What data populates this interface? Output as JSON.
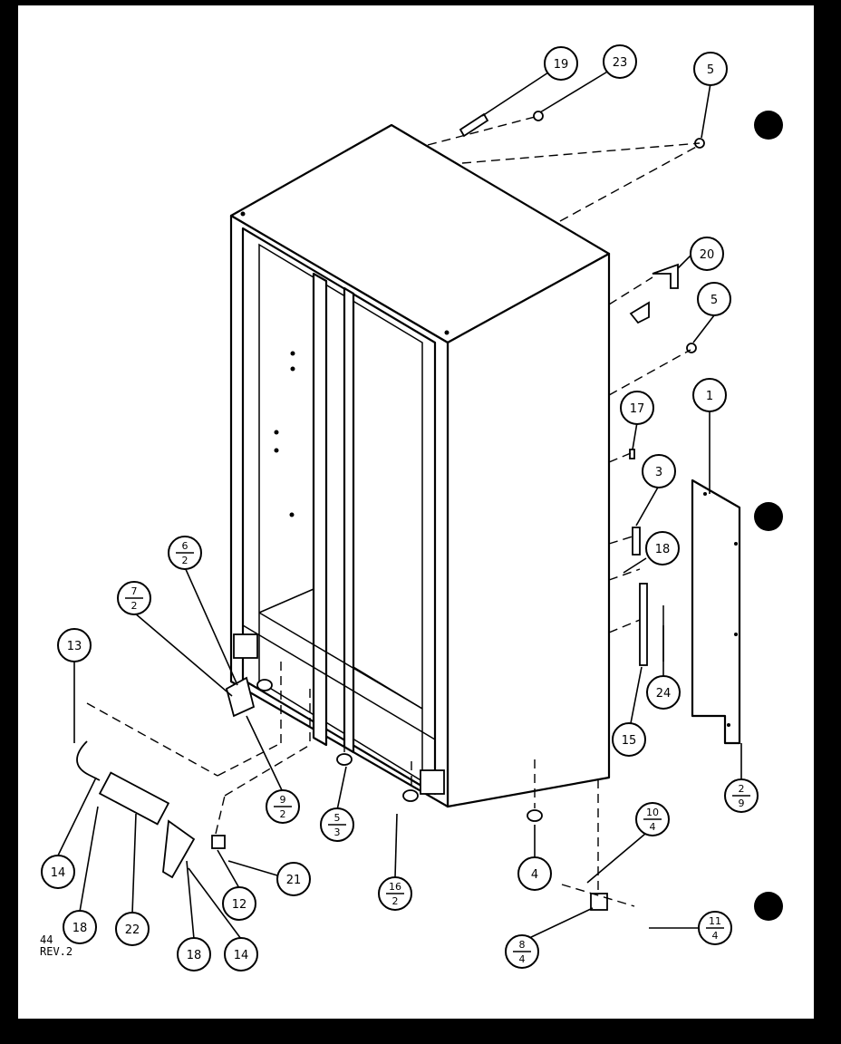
{
  "callouts": [
    {
      "id": "19",
      "label": "19"
    },
    {
      "id": "23",
      "label": "23"
    },
    {
      "id": "5a",
      "label": "5"
    },
    {
      "id": "20",
      "label": "20"
    },
    {
      "id": "5b",
      "label": "5"
    },
    {
      "id": "1",
      "label": "1"
    },
    {
      "id": "17",
      "label": "17"
    },
    {
      "id": "3",
      "label": "3"
    },
    {
      "id": "18a",
      "label": "18"
    },
    {
      "id": "24",
      "label": "24"
    },
    {
      "id": "15",
      "label": "15"
    },
    {
      "id": "13",
      "label": "13"
    },
    {
      "id": "14a",
      "label": "14"
    },
    {
      "id": "18b",
      "label": "18"
    },
    {
      "id": "22",
      "label": "22"
    },
    {
      "id": "18c",
      "label": "18"
    },
    {
      "id": "14b",
      "label": "14"
    },
    {
      "id": "12",
      "label": "12"
    },
    {
      "id": "21",
      "label": "21"
    },
    {
      "id": "4",
      "label": "4"
    }
  ],
  "fraction_callouts": [
    {
      "id": "6-2",
      "top": "6",
      "bottom": "2"
    },
    {
      "id": "7-2",
      "top": "7",
      "bottom": "2"
    },
    {
      "id": "9-2",
      "top": "9",
      "bottom": "2"
    },
    {
      "id": "5-3",
      "top": "5",
      "bottom": "3"
    },
    {
      "id": "16-2",
      "top": "16",
      "bottom": "2"
    },
    {
      "id": "2-9",
      "top": "2",
      "bottom": "9"
    },
    {
      "id": "10-4",
      "top": "10",
      "bottom": "4"
    },
    {
      "id": "8-4",
      "top": "8",
      "bottom": "4"
    },
    {
      "id": "11-4",
      "top": "11",
      "bottom": "4"
    }
  ],
  "page_note": {
    "number": "44",
    "revision": "REV.2"
  }
}
